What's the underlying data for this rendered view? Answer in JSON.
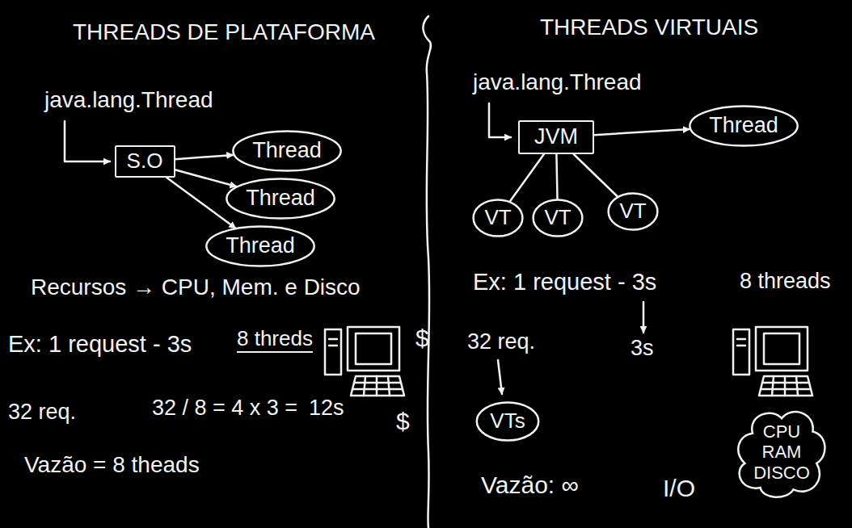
{
  "diagram": {
    "nodes": [
      {
        "text": [
          "S.O"
        ]
      },
      {
        "text": [
          "Thread"
        ]
      },
      {
        "text": [
          "Thread"
        ]
      },
      {
        "text": [
          "Thread"
        ]
      },
      {
        "text": [
          "JVM"
        ]
      },
      {
        "text": [
          "Thread"
        ]
      },
      {
        "text": [
          "VT"
        ]
      },
      {
        "text": [
          "VT"
        ]
      },
      {
        "text": [
          "VT"
        ]
      },
      {
        "text": [
          "VTs"
        ]
      },
      {
        "text": [
          "CPU RAM DISCO"
        ]
      }
    ],
    "edges": [
      {
        "from": 0,
        "to": 1,
        "arrow": "to"
      },
      {
        "from": 0,
        "to": 2,
        "arrow": "to"
      },
      {
        "from": 0,
        "to": 3,
        "arrow": "to"
      },
      {
        "from": 4,
        "to": 5,
        "arrow": "to"
      },
      {
        "from": 4,
        "to": 6,
        "arrow": "none"
      },
      {
        "from": 4,
        "to": 7,
        "arrow": "none"
      },
      {
        "from": 4,
        "to": 8,
        "arrow": "none"
      }
    ],
    "labels": [
      "THREADS DE PLATAFORMA",
      "THREADS VIRTUAIS",
      "java.lang.Thread",
      "java.lang.Thread",
      "Recursos → CPU, Mem. e Disco",
      "Ex: 1 request - 3s",
      "8 threds",
      "$",
      "32 req.",
      "32 / 8 = 4 x 3 =",
      "12s",
      "$",
      "Vazão = 8 theads",
      "Ex: 1 request - 3s",
      "8 threads",
      "32 req.",
      "3s",
      "Vazão: ∞",
      "I/O"
    ]
  }
}
